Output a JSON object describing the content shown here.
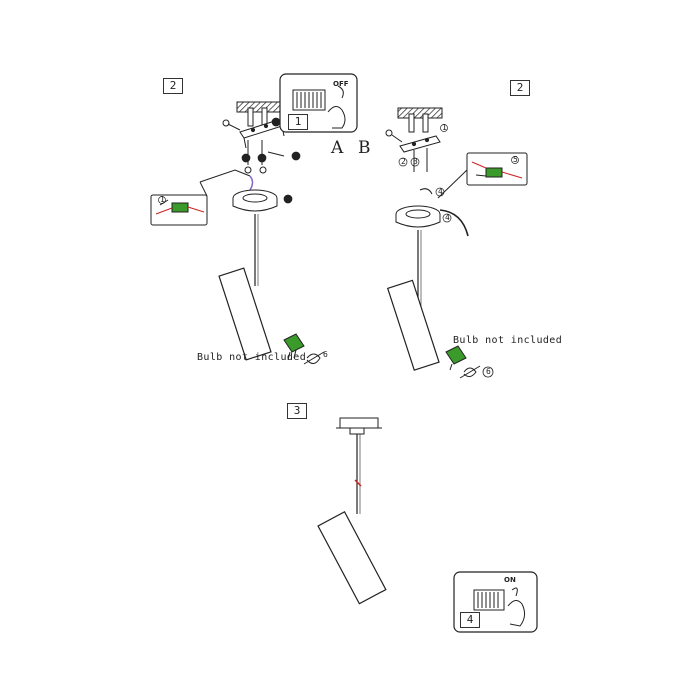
{
  "steps": {
    "left_two": "2",
    "right_two": "2",
    "three": "3",
    "one": "1",
    "four": "4"
  },
  "variants": {
    "a": "A",
    "b": "B"
  },
  "bulb_note_left": "Bulb not included",
  "bulb_note_right": "Bulb not included",
  "switch_off": "OFF",
  "switch_on": "ON",
  "callout_numbers": [
    "1",
    "2",
    "3",
    "4",
    "5",
    "6"
  ],
  "colors": {
    "bulb": "#3a9a2a",
    "wire_purple": "#8866cc",
    "wire_red": "#cc2222",
    "line": "#222222"
  }
}
